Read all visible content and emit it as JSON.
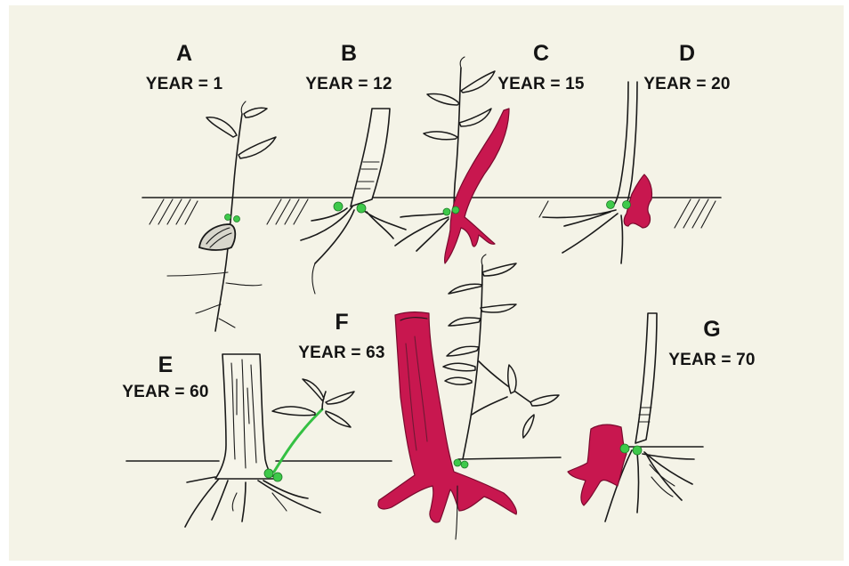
{
  "panels": [
    {
      "letter": "A",
      "year": "YEAR = 1"
    },
    {
      "letter": "B",
      "year": "YEAR = 12"
    },
    {
      "letter": "C",
      "year": "YEAR = 15"
    },
    {
      "letter": "D",
      "year": "YEAR = 20"
    },
    {
      "letter": "E",
      "year": "YEAR = 60"
    },
    {
      "letter": "F",
      "year": "YEAR = 63"
    },
    {
      "letter": "G",
      "year": "YEAR = 70"
    }
  ],
  "colors": {
    "background": "#f4f3e7",
    "ink": "#1a1a1a",
    "bud_green": "#3ec94a",
    "stump_red": "#c8174f"
  },
  "icons": [
    "seedling-icon",
    "seed-icon",
    "sapling-icon",
    "cut-stump-icon",
    "sprout-icon",
    "mature-tree-trunk-icon",
    "bud-icon",
    "ground-line-icon",
    "root-system-icon"
  ]
}
